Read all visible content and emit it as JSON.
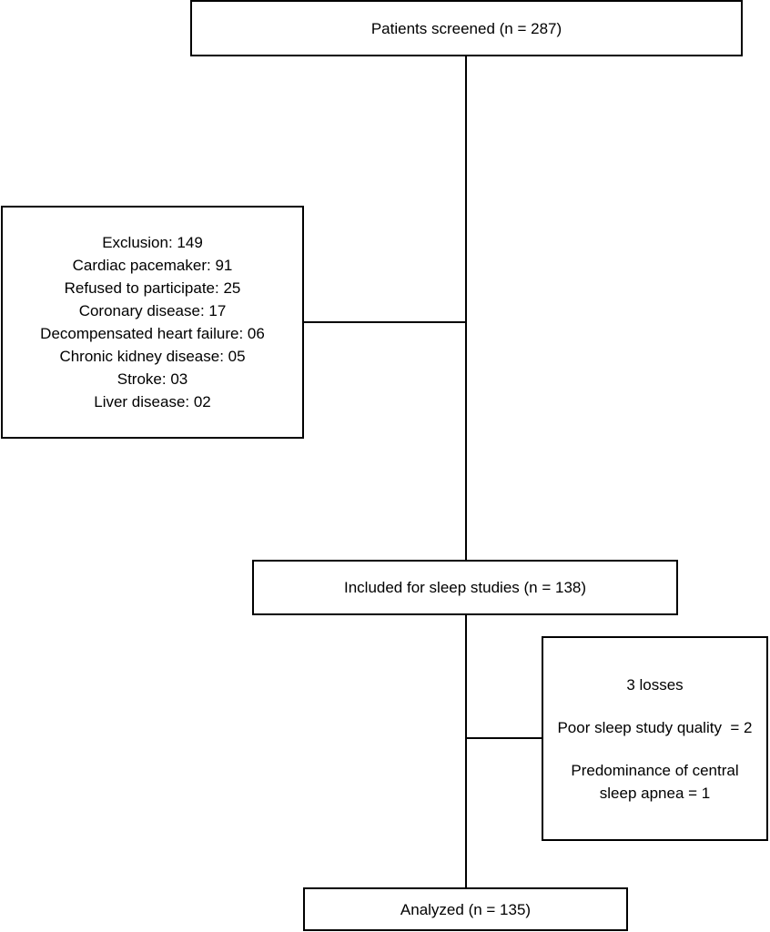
{
  "flowchart": {
    "screened": {
      "text": "Patients screened (n = 287)"
    },
    "exclusion": {
      "lines": [
        "Exclusion: 149",
        "Cardiac pacemaker: 91",
        "Refused to participate: 25",
        "Coronary disease: 17",
        "Decompensated heart failure: 06",
        "Chronic kidney disease: 05",
        "Stroke: 03",
        "Liver disease: 02"
      ]
    },
    "included": {
      "text": "Included for sleep studies (n = 138)"
    },
    "losses": {
      "title": "3 losses",
      "poor_quality": "Poor sleep study quality  = 2",
      "central_apnea_line1": "Predominance of central",
      "central_apnea_line2": "sleep apnea = 1"
    },
    "analyzed": {
      "text": "Analyzed (n = 135)"
    }
  }
}
